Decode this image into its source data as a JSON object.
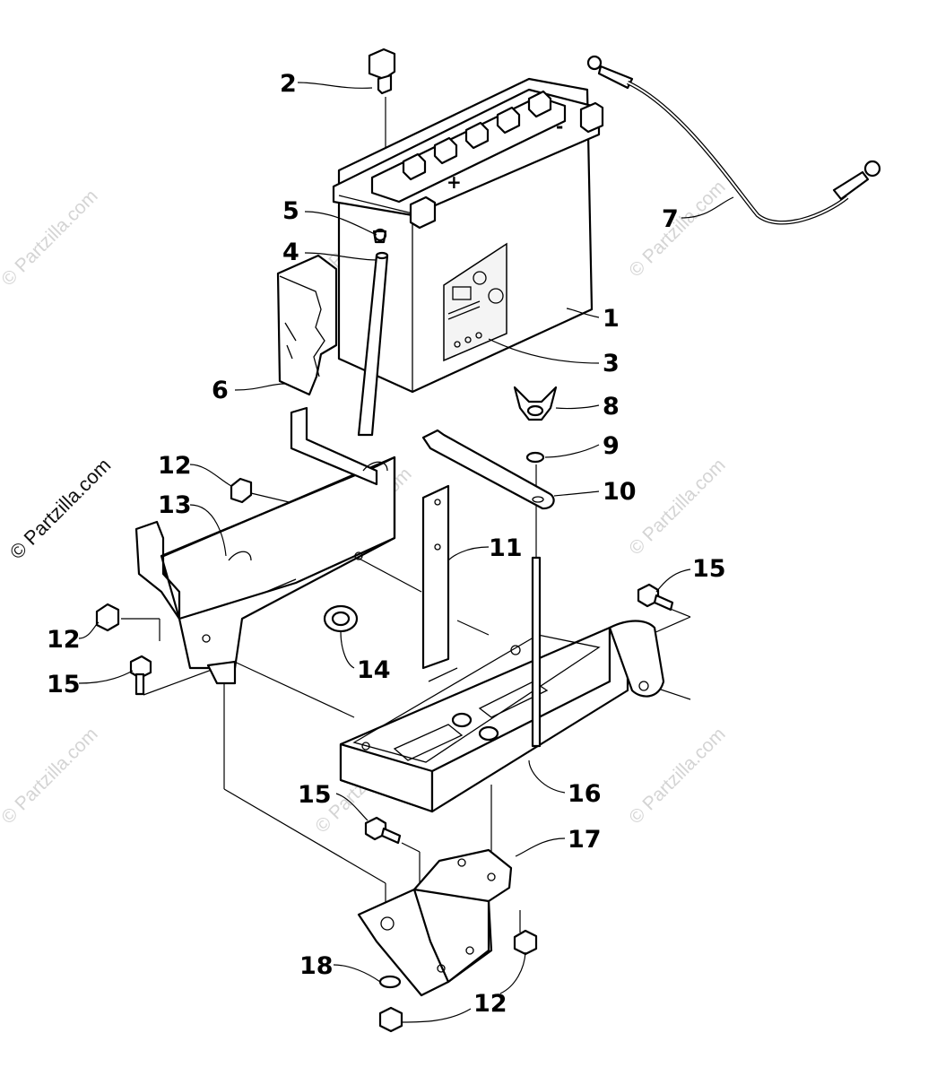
{
  "watermark": {
    "main": "© Partzilla.com",
    "tile": "© Partzilla.com"
  },
  "labels": {
    "l1": "1",
    "l2": "2",
    "l3": "3",
    "l4": "4",
    "l5": "5",
    "l6": "6",
    "l7": "7",
    "l8": "8",
    "l9": "9",
    "l10": "10",
    "l11": "11",
    "l12a": "12",
    "l12b": "12",
    "l12c": "12",
    "l13": "13",
    "l14": "14",
    "l15a": "15",
    "l15b": "15",
    "l15c": "15",
    "l16": "16",
    "l17": "17",
    "l18": "18"
  },
  "battery_marks": {
    "plus": "+",
    "minus": "-"
  },
  "colors": {
    "ink": "#000000",
    "watermark": "#d4d4d4",
    "background": "#ffffff"
  }
}
